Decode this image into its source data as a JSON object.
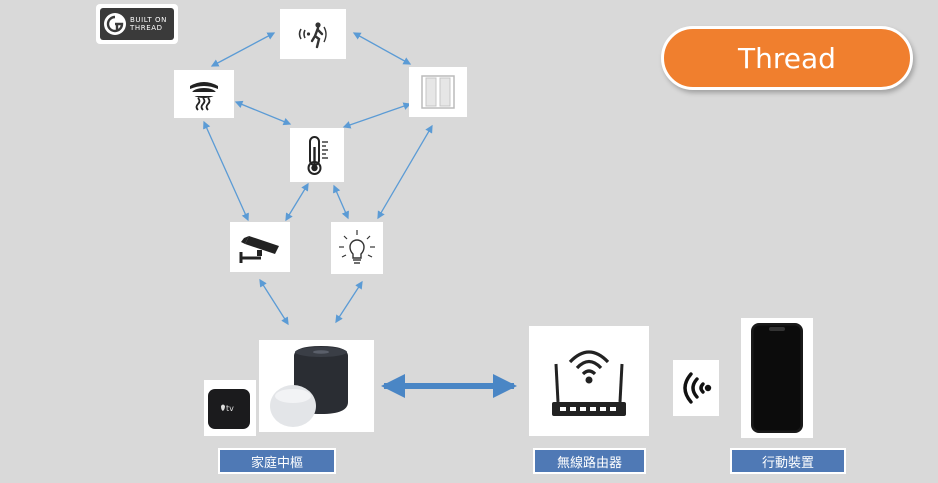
{
  "badge": {
    "text": "BUILT ON\nTHREAD"
  },
  "title_pill": {
    "text": "Thread"
  },
  "labels": {
    "hub": "家庭中樞",
    "router": "無線路由器",
    "mobile": "行動裝置"
  },
  "devices": [
    "motion-sensor-icon",
    "smoke-detector-icon",
    "window-blinds-icon",
    "thermostat-icon",
    "security-camera-icon",
    "light-bulb-icon",
    "apple-tv-icon",
    "homepod-icon",
    "homepod-mini-icon",
    "router-icon",
    "smartphone-icon",
    "wireless-signal-icon"
  ],
  "colors": {
    "background": "#d9d9d9",
    "connector": "#5b9bd5",
    "pill": "#f07f2e",
    "label": "#4f79b5"
  }
}
